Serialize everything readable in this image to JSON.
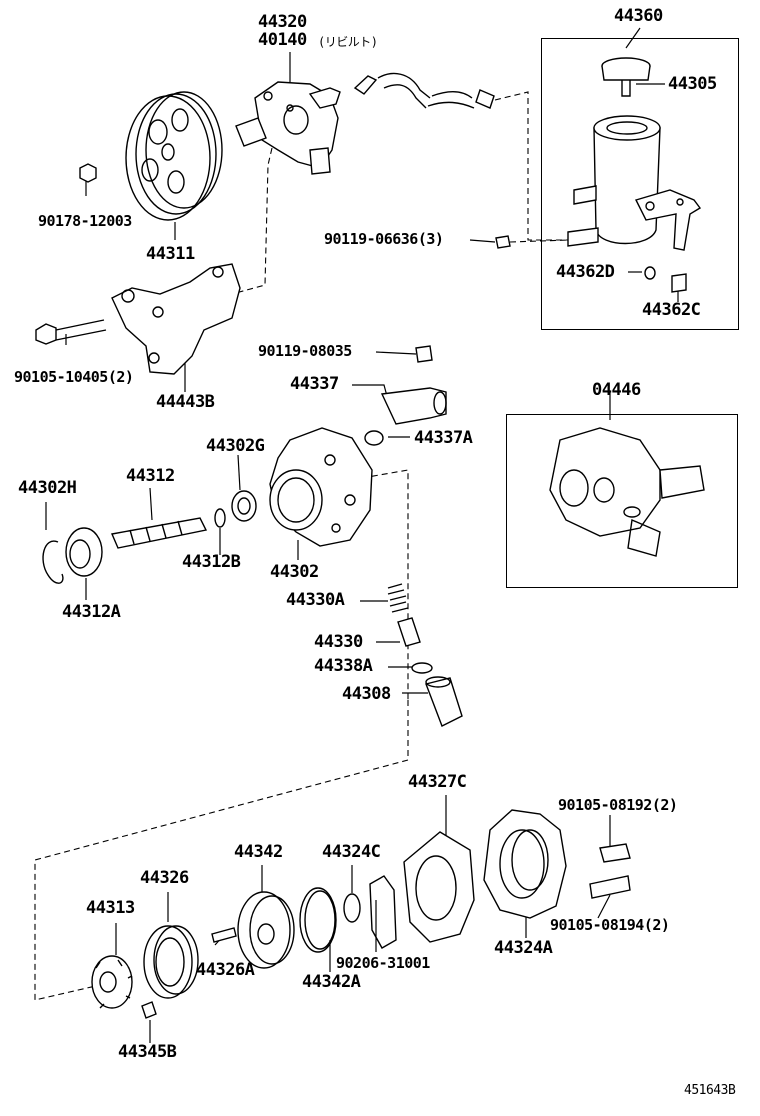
{
  "labels": {
    "p44320": "44320",
    "p40140": "40140",
    "p40140_note": "(リビルト)",
    "p44360": "44360",
    "p44305": "44305",
    "p90178": "90178-12003",
    "p44311": "44311",
    "p90119_06636": "90119-06636(3)",
    "p44362D": "44362D",
    "p44362C": "44362C",
    "p90105_10405": "90105-10405(2)",
    "p44443B": "44443B",
    "p90119_08035": "90119-08035",
    "p44337": "44337",
    "p44337A": "44337A",
    "p04446": "04446",
    "p44302G": "44302G",
    "p44302H": "44302H",
    "p44312": "44312",
    "p44312B": "44312B",
    "p44302": "44302",
    "p44312A": "44312A",
    "p44330A": "44330A",
    "p44330": "44330",
    "p44338A": "44338A",
    "p44308": "44308",
    "p44327C": "44327C",
    "p90105_08192": "90105-08192(2)",
    "p44342": "44342",
    "p44324C": "44324C",
    "p44326": "44326",
    "p44313": "44313",
    "p44326A": "44326A",
    "p90206": "90206-31001",
    "p90105_08194": "90105-08194(2)",
    "p44324A": "44324A",
    "p44342A": "44342A",
    "p44345B": "44345B",
    "code": "451643B"
  }
}
